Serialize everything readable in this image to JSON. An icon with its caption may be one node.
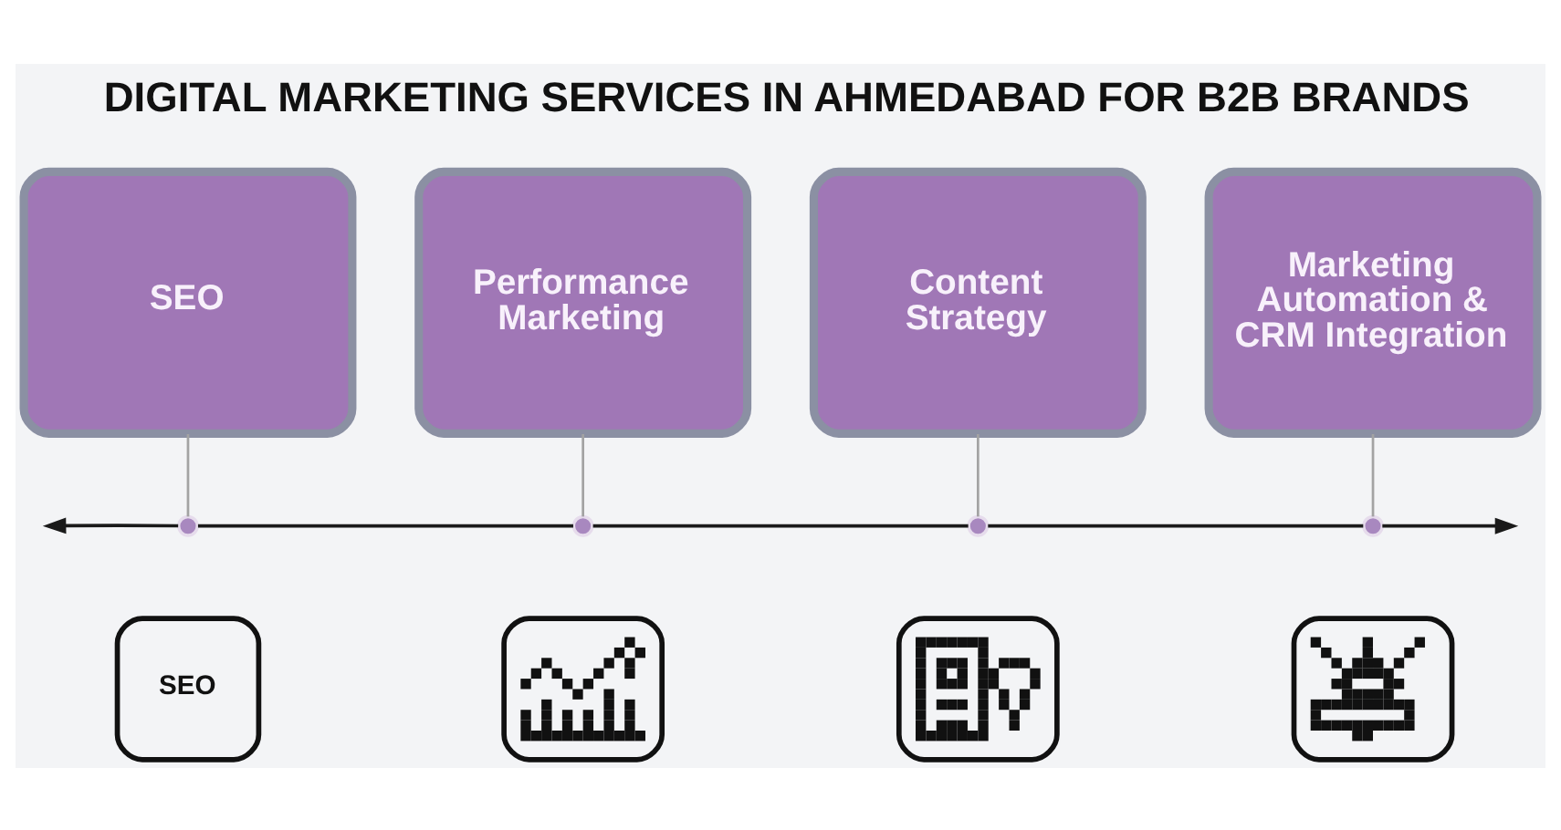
{
  "diagram": {
    "title": "DIGITAL MARKETING SERVICES IN AHMEDABAD FOR B2B BRANDS",
    "nodes": [
      {
        "text": [
          "SEO"
        ]
      },
      {
        "text": [
          "Performance Marketing"
        ]
      },
      {
        "text": [
          "Content Strategy"
        ]
      },
      {
        "text": [
          "Marketing Automation & CRM Integration"
        ]
      },
      {
        "text": [],
        "shape": "circle"
      },
      {
        "text": [],
        "shape": "circle"
      },
      {
        "text": [],
        "shape": "circle"
      },
      {
        "text": [],
        "shape": "circle"
      },
      {
        "text": [
          "SEO"
        ]
      },
      {
        "text": [],
        "shape": "picture"
      },
      {
        "text": [],
        "shape": "picture"
      },
      {
        "text": [],
        "shape": "picture"
      }
    ],
    "edges": [
      {
        "from": 0,
        "to": 4,
        "arrow": "none",
        "color": "#a3a3a3"
      },
      {
        "from": 1,
        "to": 5,
        "arrow": "none",
        "color": "#a3a3a3"
      },
      {
        "from": 2,
        "to": 6,
        "arrow": "none",
        "color": "#a3a3a3"
      },
      {
        "from": 3,
        "to": 7,
        "arrow": "none",
        "color": "#a3a3a3"
      },
      {
        "from": 4,
        "to": null,
        "arrow": "to"
      },
      {
        "from": 4,
        "to": 5,
        "arrow": "none"
      },
      {
        "from": 5,
        "to": 6,
        "arrow": "none"
      },
      {
        "from": 6,
        "to": 7,
        "arrow": "none"
      },
      {
        "from": 7,
        "to": null,
        "arrow": "to"
      }
    ]
  }
}
